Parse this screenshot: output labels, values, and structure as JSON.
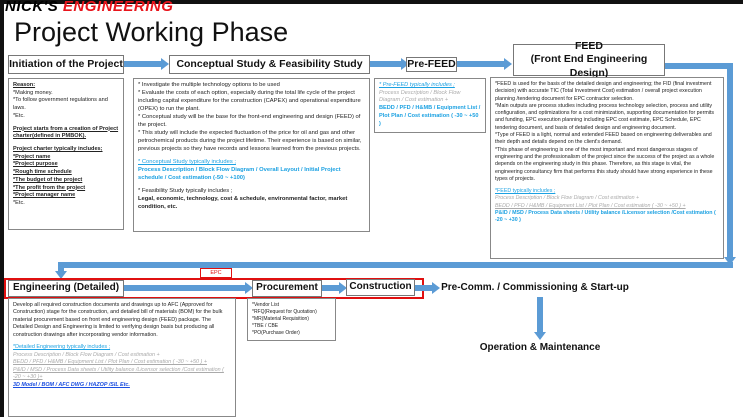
{
  "logo": {
    "part1": "NICK'S",
    "part2": "ENGINEERING"
  },
  "title": "Project Working Phase",
  "phases": {
    "initiation": "Initiation of the Project",
    "conceptual": "Conceptual Study & Feasibility Study",
    "prefeed": "Pre-FEED",
    "feed_line1": "FEED",
    "feed_line2": "(Front End Engineering Design)",
    "engineering": "Engineering (Detailed)",
    "procurement": "Procurement",
    "construction": "Construction",
    "precomm": "Pre-Comm. / Commissioning & Start-up",
    "om": "Operation & Maintenance",
    "epc": "EPC"
  },
  "initiation_text": {
    "reason_head": "Reason:",
    "reasons": [
      "*Making money.",
      "*To follow government regulations and laws.",
      "*Etc."
    ],
    "charter_start": "Project starts from a creation of Project charter(defined in PMBOK).",
    "charter_head": "Project charter typically includes;",
    "charter_items": [
      "*Project name",
      "*Project purpose",
      "*Rough time schedule",
      "*The budget of the project",
      "*The profit from the project",
      "*Project manager name"
    ],
    "etc": "*Etc."
  },
  "conceptual_text": {
    "p1": "* Investigate the multiple technology options to be used",
    "p2": "* Evaluate the costs of each option, especially during the total life cycle of the project including capital expenditure for the construction (CAPEX) and operational expenditure (OPEX) to run the plant.",
    "p3": "* Conceptual study will be the base for the front-end engineering and design (FEED) of the project.",
    "p4": "* This study will include the expected fluctuation of the price for oil and gas and other petrochemical products during the project lifetime. Their experience is based on similar, previous projects so they have records and lessons learned from the previous projects.",
    "cs_head": "* Conceptual Study typically includes ;",
    "cs_items": "Process Description / Block Flow Diagram / Overall Layout / Initial Project schedule / Cost estimation (-50 ~ +100)",
    "fs_head": "* Feasibility Study typically includes ;",
    "fs_items": "Legal, economic, technology, cost & schedule, environmental factor, market condition, etc."
  },
  "prefeed_text": {
    "head": "* Pre-FEED typically includes ;",
    "grey": "Process Description / Block Flow Diagram / Cost estimation +",
    "blue": "BEDD / PFD / H&MB / Equipment List / Plot Plan / Cost estimation ( -30 ~ +50 )"
  },
  "feed_text": {
    "p1": "*FEED is used for the basis of the detailed design and engineering; the FID (final investment decision) with accurate TIC (Total Investment Cost) estimation / overall project execution planning /tendering document for EPC contractor selection.",
    "p2": "*Main outputs are process studies including process technology selection, process and utility configuration, and optimizations for a cost minimization, supporting documentation for permits and funding, EPC execution planning including EPC cost estimate, EPC Schedule, EPC tendering document, and basis of detailed design and engineering document.",
    "p3": "*Type of FEED is a light, normal and extended FEED based on engineering deliverables and their depth and details depend on the client's demand.",
    "p4": "*This phase of engineering is one of the most important and most dangerous stages of engineering and the professionalism of the project since the success of the project as a whole depends on the engineering study in this phase. Therefore, as this stage is vital, the engineering consultancy firm that performs this study should have strong experience in these types of projects.",
    "head": "*FEED typically includes ;",
    "grey1": "Process Description / Block Flow Diagram / Cost estimation +",
    "grey2": "BEDD / PFD / H&MB / Equipment List / Plot Plan / Cost estimation ( -30 ~ +50 ) +",
    "blue": "P&ID / MSD / Process Data sheets / Utility balance /Licensor selection /Cost estimation ( -20 ~ +30 )"
  },
  "engineering_text": {
    "p1": "Develop all required construction documents and drawings up to AFC (Approved for Construction) stage for the construction, and detailed bill of materials (BOM) for the bulk material procurement based on front end engineering design (FEED) package. The Detailed Design and Engineering is limited to verifying design basis but producing all construction drawings after incorporating vendor information.",
    "head": "*Detailed Engineering typically includes ;",
    "grey1": "Process Description / Block Flow Diagram / Cost estimation +",
    "grey2": "BEDD / PFD / H&MB / Equipment List / Plot Plan / Cost estimation ( -30 ~ +50 ) +",
    "grey3": "P&ID / MSD / Process Data sheets / Utility balance /Licensor selection /Cost estimation ( -20 ~ +30 )+",
    "blue": "3D Model / BOM / AFC DWG / HAZOP /SIL Etc."
  },
  "procurement_text": [
    "*Vendor List",
    "*RFQ(Request for Quotation)",
    "*MR(Material Requisition)",
    "*TBE / CBE",
    "*PO(Purchase Order)"
  ],
  "colors": {
    "arrow": "#5b9bd5",
    "accent_red": "#e8141b",
    "blue_text": "#1ba1e2"
  }
}
